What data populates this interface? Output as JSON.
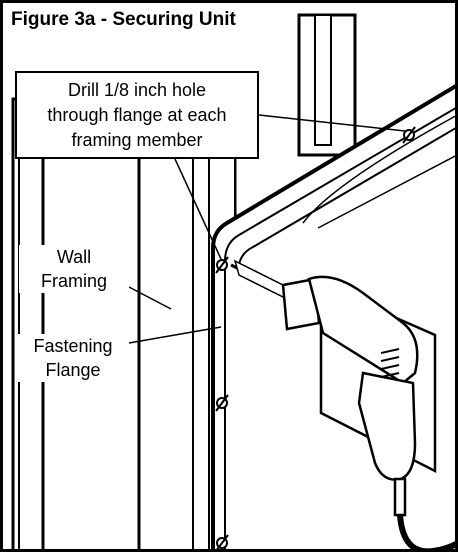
{
  "figure": {
    "title": "Figure 3a - Securing Unit",
    "callout": {
      "lines": [
        "Drill 1/8 inch hole",
        "through flange at each",
        "framing member"
      ]
    },
    "labels": {
      "wall_framing": [
        "Wall",
        "Framing"
      ],
      "fastening_flange": [
        "Fastening",
        "Flange"
      ]
    },
    "icons": [
      "drill-icon",
      "fastening-hole-icon",
      "power-cord-icon"
    ],
    "colors": {
      "line": "#000000",
      "background": "#ffffff",
      "shading": "#e6e6e6"
    }
  }
}
